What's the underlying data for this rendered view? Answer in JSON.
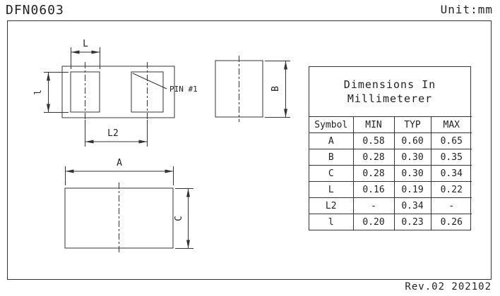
{
  "header": {
    "title": "DFN0603",
    "unit": "Unit:mm"
  },
  "footer": {
    "revision": "Rev.02 202102"
  },
  "drawing": {
    "labels": {
      "top_width": "L",
      "pad_height": "l",
      "pad_pitch": "L2",
      "pin1": "PIN #1",
      "side_height": "B",
      "body_width": "A",
      "body_height": "C"
    }
  },
  "table": {
    "title_line1": "Dimensions In",
    "title_line2": "Millimeterer",
    "headers": [
      "Symbol",
      "MIN",
      "TYP",
      "MAX"
    ],
    "rows": [
      {
        "symbol": "A",
        "min": "0.58",
        "typ": "0.60",
        "max": "0.65"
      },
      {
        "symbol": "B",
        "min": "0.28",
        "typ": "0.30",
        "max": "0.35"
      },
      {
        "symbol": "C",
        "min": "0.28",
        "typ": "0.30",
        "max": "0.34"
      },
      {
        "symbol": "L",
        "min": "0.16",
        "typ": "0.19",
        "max": "0.22"
      },
      {
        "symbol": "L2",
        "min": "-",
        "typ": "0.34",
        "max": "-"
      },
      {
        "symbol": "l",
        "min": "0.20",
        "typ": "0.23",
        "max": "0.26"
      }
    ]
  },
  "colors": {
    "line": "#333333",
    "text": "#222222"
  }
}
